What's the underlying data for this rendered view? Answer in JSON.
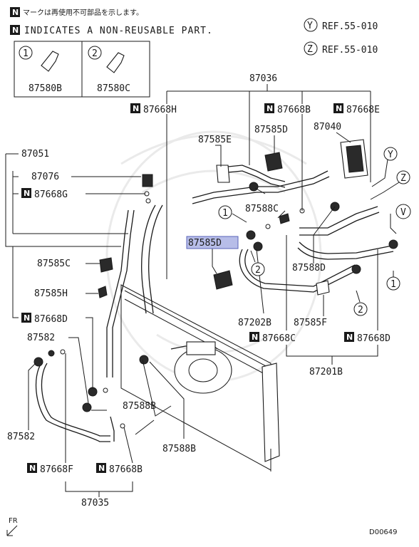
{
  "header": {
    "note_jp": "マークは再使用不可部品を示します。",
    "note_en": "INDICATES A NON-REUSABLE PART.",
    "n_mark": "N"
  },
  "refs": [
    {
      "mark": "Y",
      "text": "REF.55-010"
    },
    {
      "mark": "Z",
      "text": "REF.55-010"
    }
  ],
  "inset": {
    "items": [
      {
        "num": "1",
        "label": "87580B"
      },
      {
        "num": "2",
        "label": "87580C"
      }
    ]
  },
  "parts": {
    "p87036": "87036",
    "p87668H": "87668H",
    "p87668B_top": "87668B",
    "p87668E": "87668E",
    "p87585E": "87585E",
    "p87585D_top": "87585D",
    "p87040": "87040",
    "p87051": "87051",
    "p87076": "87076",
    "p87668G": "87668G",
    "p87585D_hl": "87585D",
    "p87588C": "87588C",
    "p87585C": "87585C",
    "p87588D": "87588D",
    "p87585H": "87585H",
    "p87202B": "87202B",
    "p87585F": "87585F",
    "p87668D_left": "87668D",
    "p87668C": "87668C",
    "p87668D_right": "87668D",
    "p87582_top": "87582",
    "p87201B": "87201B",
    "p87582_bottom": "87582",
    "p87588B_mid": "87588B",
    "p87588B_low": "87588B",
    "p87668F": "87668F",
    "p87668B_bottom": "87668B",
    "p87035": "87035"
  },
  "callouts": {
    "c1a": "1",
    "c2a": "2",
    "c2b": "2",
    "c1b": "1",
    "y": "Y",
    "z": "Z",
    "v": "V"
  },
  "footer": {
    "fr": "FR",
    "code": "D00649"
  }
}
